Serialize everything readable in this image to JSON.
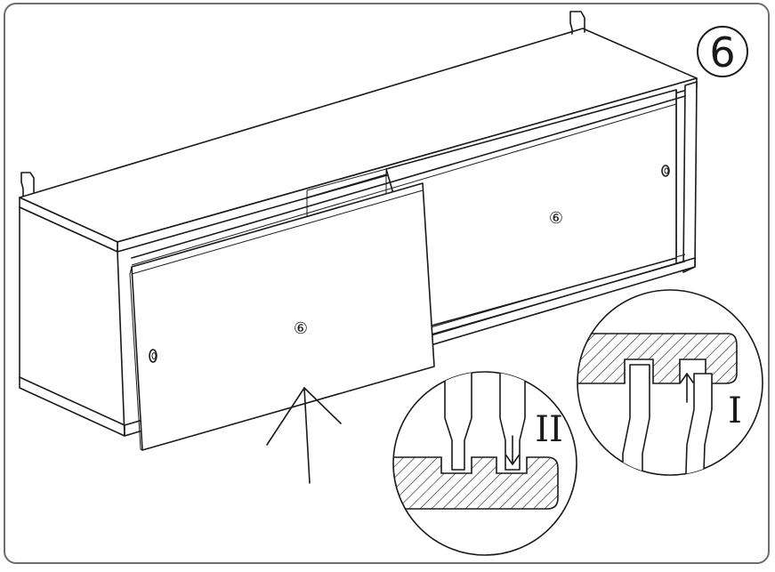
{
  "step": {
    "number": "6"
  },
  "doors": {
    "back_panel_label": "⑥",
    "front_panel_label": "⑥"
  },
  "details": {
    "detail_one": {
      "label": "I"
    },
    "detail_two": {
      "label": "II"
    }
  }
}
